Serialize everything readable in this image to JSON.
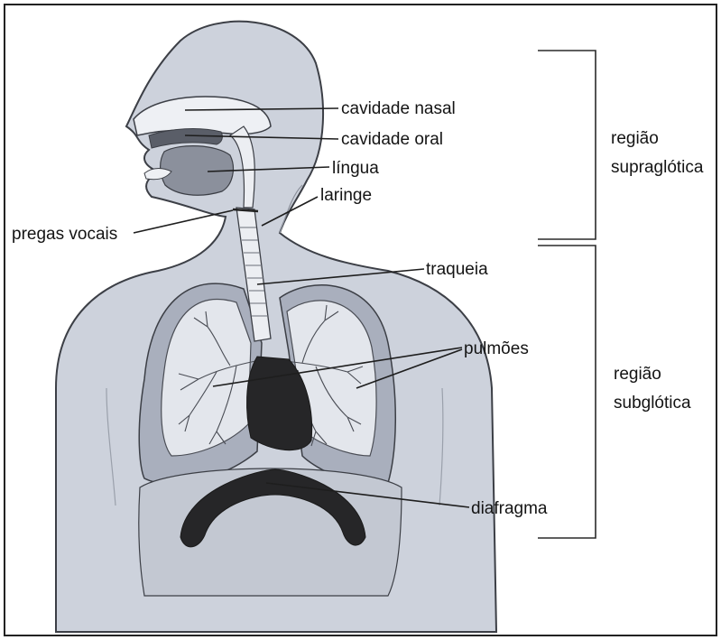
{
  "diagram": {
    "labels": {
      "cavidade_nasal": "cavidade nasal",
      "cavidade_oral": "cavidade oral",
      "lingua": "língua",
      "laringe": "laringe",
      "pregas_vocais": "pregas vocais",
      "traqueia": "traqueia",
      "pulmoes": "pulmões",
      "diafragma": "diafragma"
    },
    "regions": {
      "supraglotica": [
        "região",
        "supraglótica"
      ],
      "subglotica": [
        "região",
        "subglótica"
      ]
    },
    "colors": {
      "body": "#cdd2dc",
      "body_stroke": "#3c3f46",
      "lung_outer": "#a9afbd",
      "lung_inner": "#e3e6ec",
      "dark": "#262628",
      "airway": "#eceef2"
    }
  }
}
